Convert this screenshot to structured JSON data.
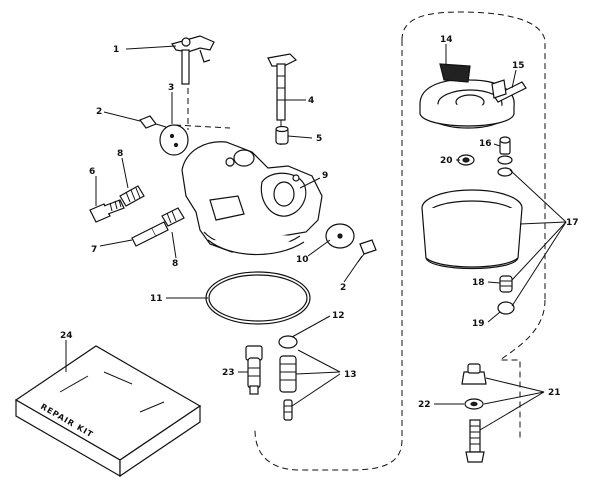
{
  "callouts": {
    "c1": "1",
    "c2a": "2",
    "c2b": "2",
    "c3": "3",
    "c4": "4",
    "c5": "5",
    "c6": "6",
    "c7": "7",
    "c8a": "8",
    "c8b": "8",
    "c9": "9",
    "c10": "10",
    "c11": "11",
    "c12": "12",
    "c13": "13",
    "c14": "14",
    "c15": "15",
    "c16": "16",
    "c17": "17",
    "c18": "18",
    "c19": "19",
    "c20": "20",
    "c21": "21",
    "c22": "22",
    "c23": "23",
    "c24": "24"
  },
  "kit_label": "REPAIR KIT"
}
